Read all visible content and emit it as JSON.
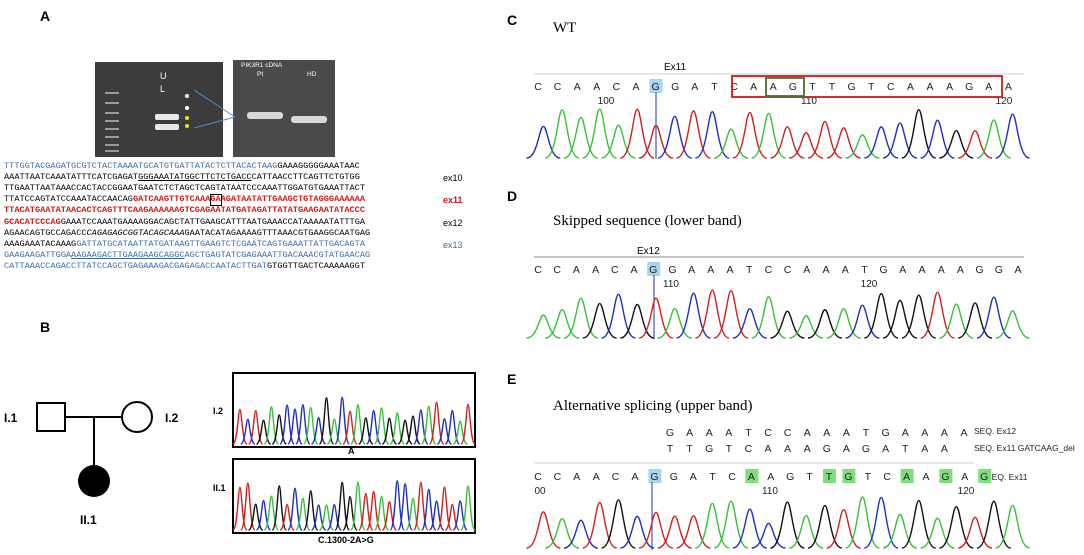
{
  "panels": {
    "A": {
      "letter": "A",
      "gel_labels": {
        "ul": "U\nL",
        "cdna_title": "PIK3R1 cDNA",
        "pt": "Pt",
        "hd": "HD"
      },
      "sequence_lines": [
        {
          "segments": [
            {
              "t": "TTTGGTACGAGATGCGTCTACTAAAATGCATGTGATTATACTCTTACACTAAG",
              "c": "blue"
            },
            {
              "t": "GAAAGGGGGAAATAAC",
              "c": "black"
            }
          ],
          "label": ""
        },
        {
          "segments": [
            {
              "t": "AAATTAATCAAATATTTCATCGAGAT",
              "c": "black"
            },
            {
              "t": "GGGAAATATGGCTTCTCTGACC",
              "c": "black",
              "u": true
            },
            {
              "t": "CATTAACCTTCAGTTCTGTGG",
              "c": "black"
            }
          ],
          "label": "ex10"
        },
        {
          "segments": [
            {
              "t": "TTGAATTAATAAACCACTACCGGAATGAATCTCTAGCTCAGTATAATCCCAAATTGGATGTGAAATTACT",
              "c": "black"
            }
          ],
          "label": ""
        },
        {
          "segments": [
            {
              "t": "TTATCCAGTATCCAAATACCAACAG",
              "c": "black"
            },
            {
              "t": "GATCAAGTTGTCAAAGAAGATAATATTGAAGCTGTAGGGAAAAAA",
              "c": "red"
            }
          ],
          "label": "ex11"
        },
        {
          "segments": [
            {
              "t": "TTACATGAATATAACACTCAGTTTCAAGAAAAAAGTCGAGAATATGATAGATTATATGAAGAATATACCC",
              "c": "red"
            }
          ],
          "label": ""
        },
        {
          "segments": [
            {
              "t": "GCACATCCCAG",
              "c": "red"
            },
            {
              "t": "GAAATCCAAATGAAAAGGACAGCTATTGAAGCATTTAATGAAACCATAAAAATATTTGA",
              "c": "black"
            }
          ],
          "label": "ex12"
        },
        {
          "segments": [
            {
              "t": "AGAACAGTGCCAGACC",
              "c": "black"
            },
            {
              "t": "CAGAGAGCGGTACAGCAAA",
              "c": "black",
              "i": true
            },
            {
              "t": "GAATACATAGAAAAGTTTAAACGTGAAGGCAATGAG",
              "c": "black"
            }
          ],
          "label": ""
        },
        {
          "segments": [
            {
              "t": "AAAGAAATACAAAG",
              "c": "black"
            },
            {
              "t": "GATTATGCATAATTATGATAAGTTGAAGTCTCGAATCAGTGAAATTATTGACAGTA",
              "c": "blue"
            }
          ],
          "label": "ex13"
        },
        {
          "segments": [
            {
              "t": "GAAGAAGATTGGA",
              "c": "blue"
            },
            {
              "t": "AAGAAGACTTGAAGAAGCAGGC",
              "c": "blue",
              "u": true
            },
            {
              "t": "AGCTGAGTATCGAGAAATTGACAAACGTATGAACAG",
              "c": "blue"
            }
          ],
          "label": ""
        },
        {
          "segments": [
            {
              "t": "CATTAAACCAGACCTTATCCAGCTGAGAAAGACGAGAGACCAATACTTGAT",
              "c": "blue"
            },
            {
              "t": "GTGGTTGACTCAAAAAGGT",
              "c": "black"
            }
          ],
          "label": ""
        }
      ]
    },
    "B": {
      "letter": "B",
      "individuals": {
        "i1": "I.1",
        "i2": "I.2",
        "ii1": "II.1"
      },
      "trace_labels": {
        "top_row": "I.2",
        "bottom_row": "II.1",
        "top_caption": "A",
        "bottom_caption": "C.1300-2A>G"
      }
    },
    "C": {
      "letter": "C",
      "title": "WT",
      "exon": "Ex11",
      "bases": "CCAACAGGATCAAGTTGTCAAAGAA",
      "positions": [
        "100",
        "110",
        "120"
      ]
    },
    "D": {
      "letter": "D",
      "title": "Skipped sequence (lower band)",
      "exon": "Ex12",
      "bases": "CCAACAGGAAATCCAAATGAAAAGGA",
      "positions": [
        "110",
        "120"
      ]
    },
    "E": {
      "letter": "E",
      "title": "Alternative splicing (upper band)",
      "row1": "GAAATCCAAATGAAAA",
      "row2": "TTGTCAAAGAGATAA",
      "row3": "CCAACAGGATCAAGTTGTCAAGAG",
      "seq_labels": [
        "SEQ. Ex12",
        "SEQ. Ex11 GATCAAG_del",
        "SEQ. Ex11"
      ],
      "positions": [
        "00",
        "110",
        "120"
      ]
    },
    "colors": {
      "blue_seq": "#3b6ea8",
      "red_seq": "#d01818",
      "highlight_blue": "#a8d4f2",
      "highlight_green": "#7de07d",
      "box_red": "#d01818",
      "box_olive": "#4b6b2e",
      "trace_blue": "#1f2fc4",
      "trace_green": "#36c236",
      "trace_red": "#d02020",
      "trace_black": "#111111"
    }
  }
}
